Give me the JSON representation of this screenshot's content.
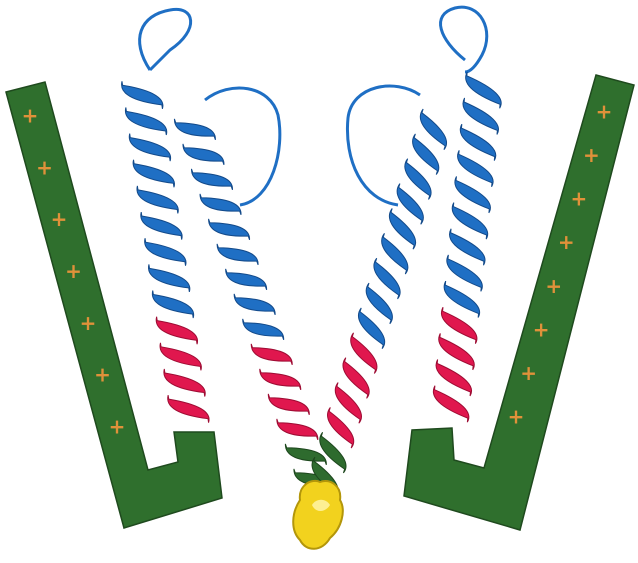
{
  "colors": {
    "background": "#ffffff",
    "bracket_fill": "#2f6f2d",
    "bracket_stroke": "#1f4a1e",
    "charge_sign": "#e0913a",
    "helix_blue": "#1f6fc4",
    "helix_blue_dark": "#134a8a",
    "loop_blue": "#1f6fc4",
    "helix_red": "#e0174e",
    "helix_red_dark": "#9e0c33",
    "helix_green": "#2e6b2e",
    "helix_green_dark": "#1d471d",
    "metal_yellow": "#f2d21e",
    "metal_yellow_dark": "#b3960a"
  },
  "brackets": [
    {
      "name": "left-membrane-bracket",
      "charge_sign": "+",
      "charge_count": 7
    },
    {
      "name": "right-membrane-bracket",
      "charge_sign": "+",
      "charge_count": 8
    }
  ],
  "icons": {
    "bracket": "membrane-bracket-icon",
    "helix": "alpha-helix-ribbon-icon",
    "loop": "loop-coil-icon",
    "metal": "metal-cluster-icon"
  }
}
